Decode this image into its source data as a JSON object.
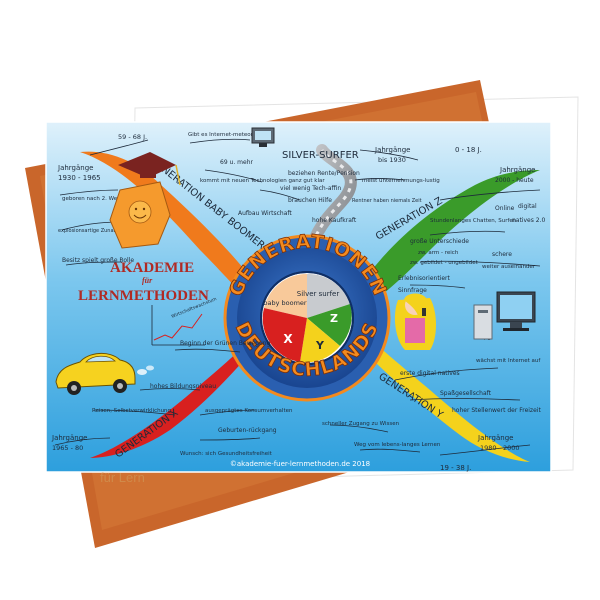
{
  "card": {
    "title_top": "GENERATIONEN",
    "title_bottom": "DEUTSCHLANDS",
    "footer_credit": "©akademie-fuer-lernmethoden.de 2018",
    "under_card_text": "für Lern"
  },
  "branches": {
    "silver_surfer": "SILVER-SURFER",
    "generation_z": "GENERATION Z",
    "baby_boomer": "GENERATION BABY BOOMER",
    "generation_x": "GENERATION X",
    "generation_y": "GENERATION Y"
  },
  "center_wheel": {
    "silver": "Silver surfer",
    "baby": "baby boomer",
    "z": "Z",
    "x": "X",
    "y": "Y"
  },
  "logo": {
    "line1": "AKADEMIE",
    "line2": "für",
    "line3": "LERNMETHODEN"
  },
  "notes": {
    "n59": "59 - 68 J.",
    "jahr1": "Jahrgänge",
    "jahr1b": "1930 - 1965",
    "silver1": "Gibt es Internet-meteor",
    "silver2": "69 u. mehr",
    "silver3": "kommt mit neuen Technologien ganz gut klar",
    "silver4": "beziehen Rente/Pension",
    "silver5": "viel wenig Tech-affin",
    "silver6": "brauchen Hilfe",
    "silver7": "hohe Kaufkraft",
    "silver8": "Aufbau Wirtschaft",
    "jahr2": "Jahrgänge",
    "jahr2b": "bis 1930",
    "z1": "meist unternehmungs-lustig",
    "z2": "Rentner haben niemals Zeit",
    "z0": "0 - 18 J.",
    "jahr3": "Jahrgänge",
    "jahr3b": "2000 - heute",
    "z3": "digital",
    "z4": "Online",
    "z5": "natives 2.0",
    "z6": "Stundenlanges Chatten, Surfen",
    "z7": "große Unterschiede",
    "z8": "zw. arm - reich",
    "z9": "zw. gebildet - ungebildet",
    "z10": "schere",
    "z11": "weiter auseinander",
    "z12": "Erlebnisorientiert",
    "z13": "Sinnfrage",
    "b1": "geboren nach 2. Weltkrieg",
    "b2": "explosionsartige Zunahme d. Geburten",
    "b3": "Besitz spielt große Rolle",
    "y1": "erste digital natives",
    "y2": "wächst mit Internet auf",
    "y3": "Spaßgesellschaft",
    "y4": "hoher Stellenwert der Freizeit",
    "y5": "schneller Zugang zu Wissen",
    "y6": "Weg vom lebens-langes Lernen",
    "jahr5": "Jahrgänge",
    "jahr5b": "1980 - 2000",
    "y19": "19 - 38 J.",
    "x1": "Beginn der Grünen Bewegung",
    "x2": "hohes Bildungsniveau",
    "x3": "Reisen, Selbstverwirklichung",
    "x4": "ausgeprägtes Konsumverhalten",
    "x5": "Geburten-rückgang",
    "x6": "Wunsch: sich Gesundheitsfreiheit",
    "jahr4": "Jahrgänge",
    "jahr4b": "1965 - 80",
    "pc": "PC",
    "wachstum": "Wirtschaftswachstum"
  },
  "colors": {
    "sky_top": "#cfe9f6",
    "sky_bottom": "#2ea6e3",
    "orange_back": "#cf6a2a",
    "branch_orange": "#f07a1c",
    "branch_green": "#3a9b2a",
    "branch_red": "#d8201f",
    "branch_yellow": "#f4d21c",
    "branch_silver": "#9a9ea3",
    "title_orange": "#f38a1e"
  }
}
